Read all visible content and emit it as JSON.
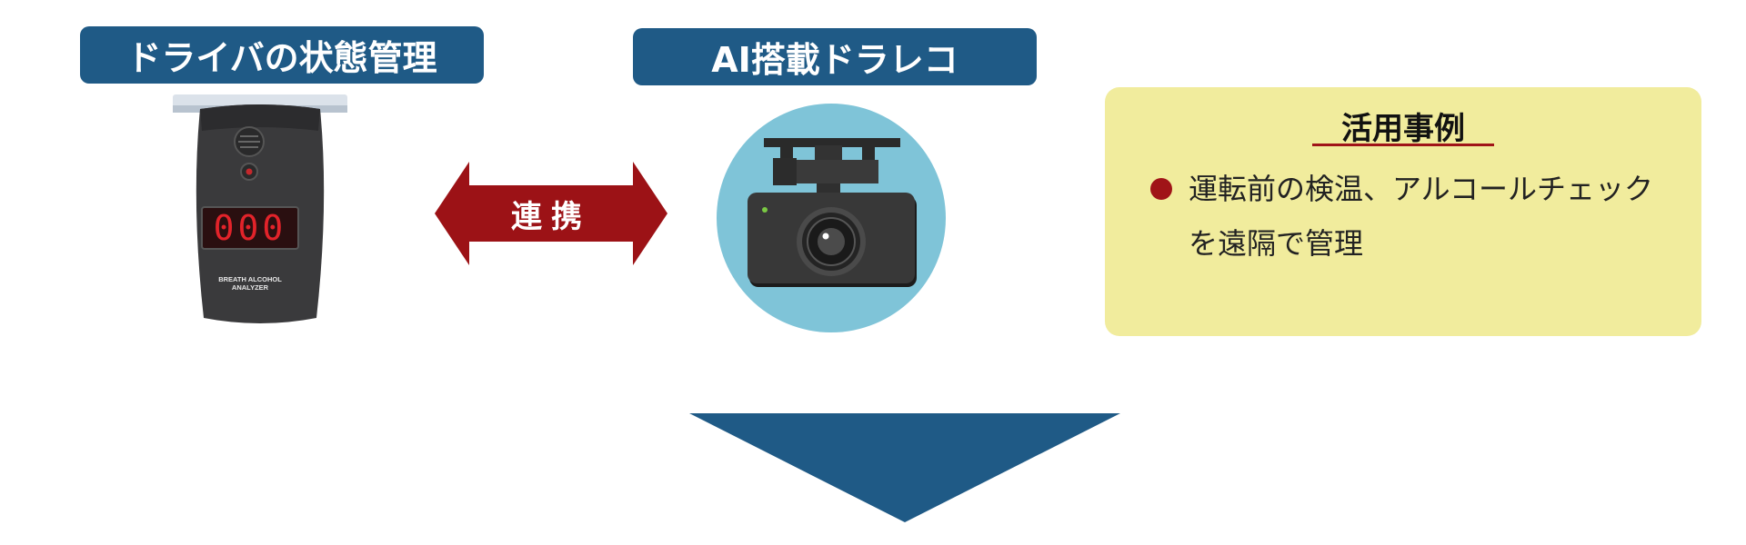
{
  "labels": {
    "driver_state": "ドライバの状態管理",
    "ai_dashcam": "AI搭載ドラレコ",
    "link": "連携"
  },
  "breathalyzer": {
    "display_value": "000",
    "caption_line1": "BREATH ALCOHOL",
    "caption_line2": "ANALYZER"
  },
  "use_case": {
    "title": "活用事例",
    "bullet": "運転前の検温、アルコールチェックを遠隔で管理"
  },
  "colors": {
    "navy": "#1f5a86",
    "dark_red": "#a01418",
    "panel_yellow": "#f1ec9d",
    "camera_circle": "#7fc4d8"
  }
}
